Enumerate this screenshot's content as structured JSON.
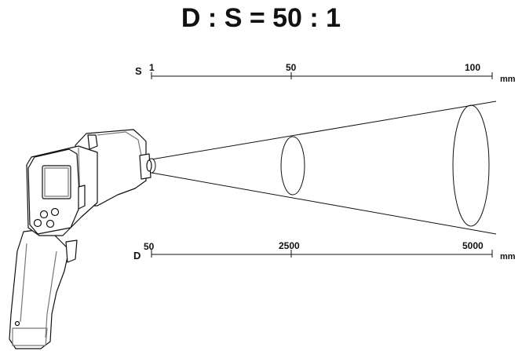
{
  "title": "D : S = 50 : 1",
  "spot_scale": {
    "axis_label": "S",
    "unit": "mm",
    "ticks": [
      "1",
      "50",
      "100"
    ]
  },
  "distance_scale": {
    "axis_label": "D",
    "unit": "mm",
    "ticks": [
      "50",
      "2500",
      "5000"
    ]
  },
  "colors": {
    "line": "#111111",
    "device_fill": "#ffffff",
    "device_detail": "#777777"
  }
}
